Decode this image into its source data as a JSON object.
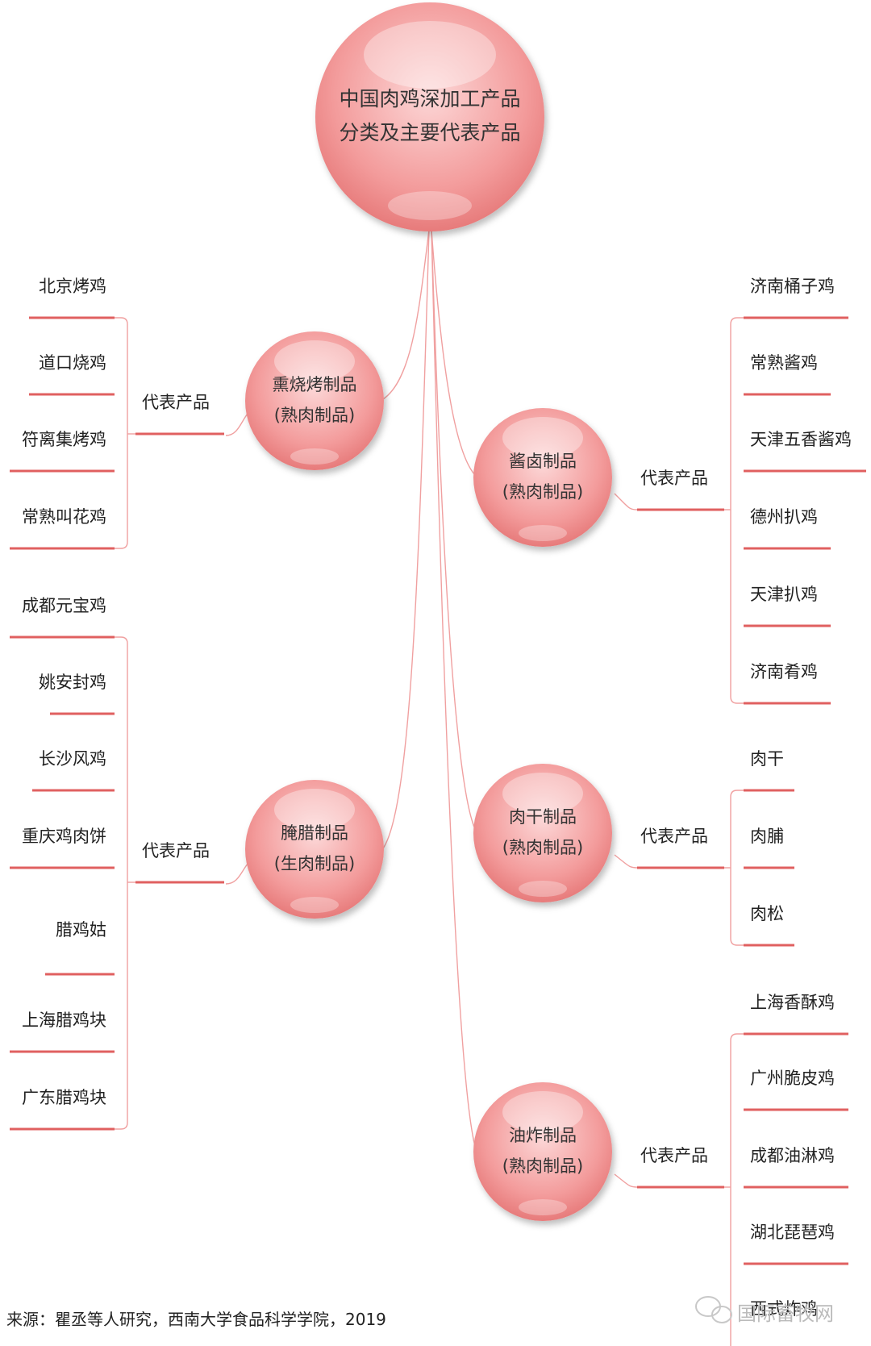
{
  "root": {
    "line1": "中国肉鸡深加工产品",
    "line2": "分类及主要代表产品"
  },
  "branch_label": "代表产品",
  "categories": {
    "smoked": {
      "line1": "熏烧烤制品",
      "line2": "(熟肉制品)",
      "products": [
        "北京烤鸡",
        "道口烧鸡",
        "符离集烤鸡",
        "常熟叫花鸡"
      ]
    },
    "cured": {
      "line1": "腌腊制品",
      "line2": "(生肉制品)",
      "products": [
        "成都元宝鸡",
        "姚安封鸡",
        "长沙风鸡",
        "重庆鸡肉饼",
        "腊鸡姑",
        "上海腊鸡块",
        "广东腊鸡块"
      ]
    },
    "braised": {
      "line1": "酱卤制品",
      "line2": "(熟肉制品)",
      "products": [
        "济南桶子鸡",
        "常熟酱鸡",
        "天津五香酱鸡",
        "德州扒鸡",
        "天津扒鸡",
        "济南肴鸡"
      ]
    },
    "jerky": {
      "line1": "肉干制品",
      "line2": "(熟肉制品)",
      "products": [
        "肉干",
        "肉脯",
        "肉松"
      ]
    },
    "fried": {
      "line1": "油炸制品",
      "line2": "(熟肉制品)",
      "products": [
        "上海香酥鸡",
        "广州脆皮鸡",
        "成都油淋鸡",
        "湖北琵琶鸡",
        "西式炸鸡"
      ]
    }
  },
  "source": "来源：瞿丞等人研究，西南大学食品科学学院，2019",
  "watermark": "国际畜牧网",
  "colors": {
    "line": "#e06060",
    "connector": "#f0a0a0",
    "bubble_light": "#fde4e4",
    "bubble_dark": "#ef8585"
  }
}
